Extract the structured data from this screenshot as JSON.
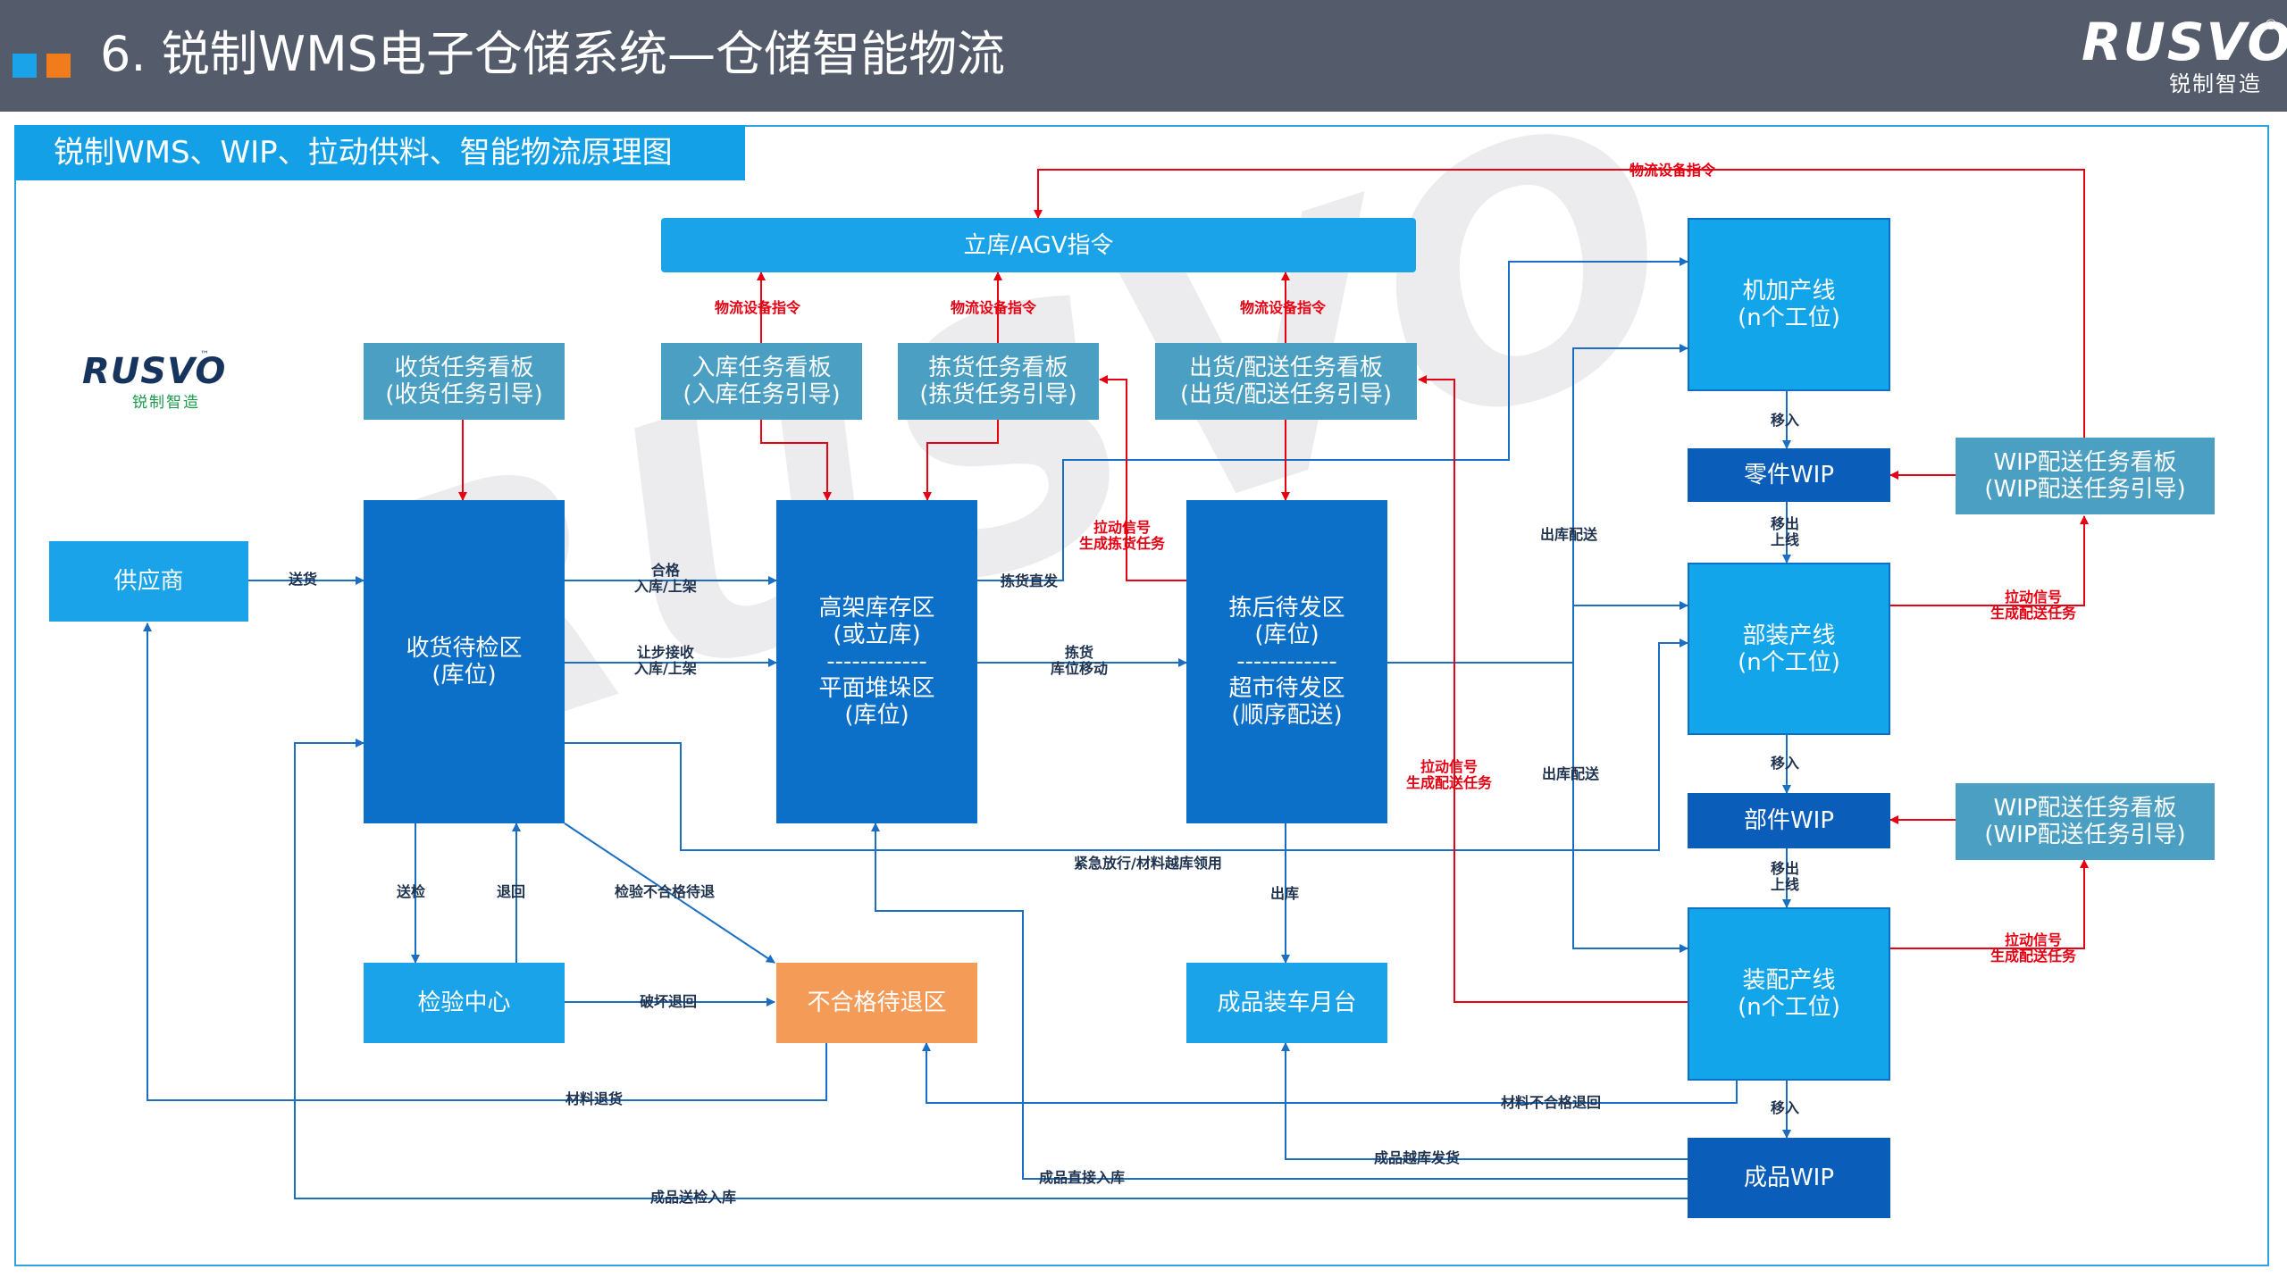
{
  "header": {
    "title": "6. 锐制WMS电子仓储系统—仓储智能物流",
    "logo_brand": "RUSVO",
    "logo_sub": "锐制智造",
    "logo_mark": "®"
  },
  "subtitle": "锐制WMS、WIP、拉动供料、智能物流原理图",
  "side_logo": {
    "brand": "RUSVO",
    "sub": "锐制智造",
    "mark": "™"
  },
  "watermark": "RUSVO",
  "nodes": {
    "supplier": "供应商",
    "receiving": [
      "收货待检区",
      "(库位)"
    ],
    "inspection": "检验中心",
    "storage": [
      "高架库存区",
      "(或立库)",
      "------------",
      "平面堆垛区",
      "(库位)"
    ],
    "reject": "不合格待退区",
    "picking": [
      "拣后待发区",
      "(库位)",
      "------------",
      "超市待发区",
      "(顺序配送)"
    ],
    "loading": "成品装车月台",
    "agv": "立库/AGV指令",
    "board_receive": [
      "收货任务看板",
      "(收货任务引导)"
    ],
    "board_inbound": [
      "入库任务看板",
      "(入库任务引导)"
    ],
    "board_pick": [
      "拣货任务看板",
      "(拣货任务引导)"
    ],
    "board_ship": [
      "出货/配送任务看板",
      "(出货/配送任务引导)"
    ],
    "line_machining": [
      "机加产线",
      "(n个工位)"
    ],
    "wip_parts": "零件WIP",
    "line_subassembly": [
      "部装产线",
      "(n个工位)"
    ],
    "wip_components": "部件WIP",
    "line_assembly": [
      "装配产线",
      "(n个工位)"
    ],
    "wip_finished": "成品WIP",
    "board_wip1": [
      "WIP配送任务看板",
      "(WIP配送任务引导)"
    ],
    "board_wip2": [
      "WIP配送任务看板",
      "(WIP配送任务引导)"
    ]
  },
  "labels": {
    "deliver": "送货",
    "qualified_inbound": [
      "合格",
      "入库/上架"
    ],
    "concession_inbound": [
      "让步接收",
      "入库/上架"
    ],
    "to_inspect": "送检",
    "return": "退回",
    "inspect_reject": "检验不合格待退",
    "destructive_return": "破坏退回",
    "pick_direct": "拣货直发",
    "pick_move": [
      "拣货",
      "库位移动"
    ],
    "ship_out": "出库",
    "emergency": "紧急放行/材料越库领用",
    "material_return": "材料退货",
    "material_reject_return": "材料不合格退回",
    "finished_crossdock": "成品越库发货",
    "finished_direct_inbound": "成品直接入库",
    "finished_inspect_inbound": "成品送检入库",
    "outbound_delivery_1": "出库配送",
    "outbound_delivery_2": "出库配送",
    "move_in_1": "移入",
    "move_in_2": "移入",
    "move_in_3": "移入",
    "move_out_1": [
      "移出",
      "上线"
    ],
    "move_out_2": [
      "移出",
      "上线"
    ],
    "cmd_inbound": "物流设备指令",
    "cmd_pick": "物流设备指令",
    "cmd_ship": "物流设备指令",
    "cmd_top": "物流设备指令",
    "pull_pick": [
      "拉动信号",
      "生成拣货任务"
    ],
    "pull_delivery": [
      "拉动信号",
      "生成配送任务"
    ],
    "pull_wip1": [
      "拉动信号",
      "生成配送任务"
    ],
    "pull_wip2": [
      "拉动信号",
      "生成配送任务"
    ]
  },
  "colors": {
    "header_bg": "#545b6b",
    "accent_blue": "#1aa3e8",
    "accent_orange": "#f07c1c",
    "arrow_blue": "#1a6fc4",
    "arrow_red": "#e60012"
  }
}
